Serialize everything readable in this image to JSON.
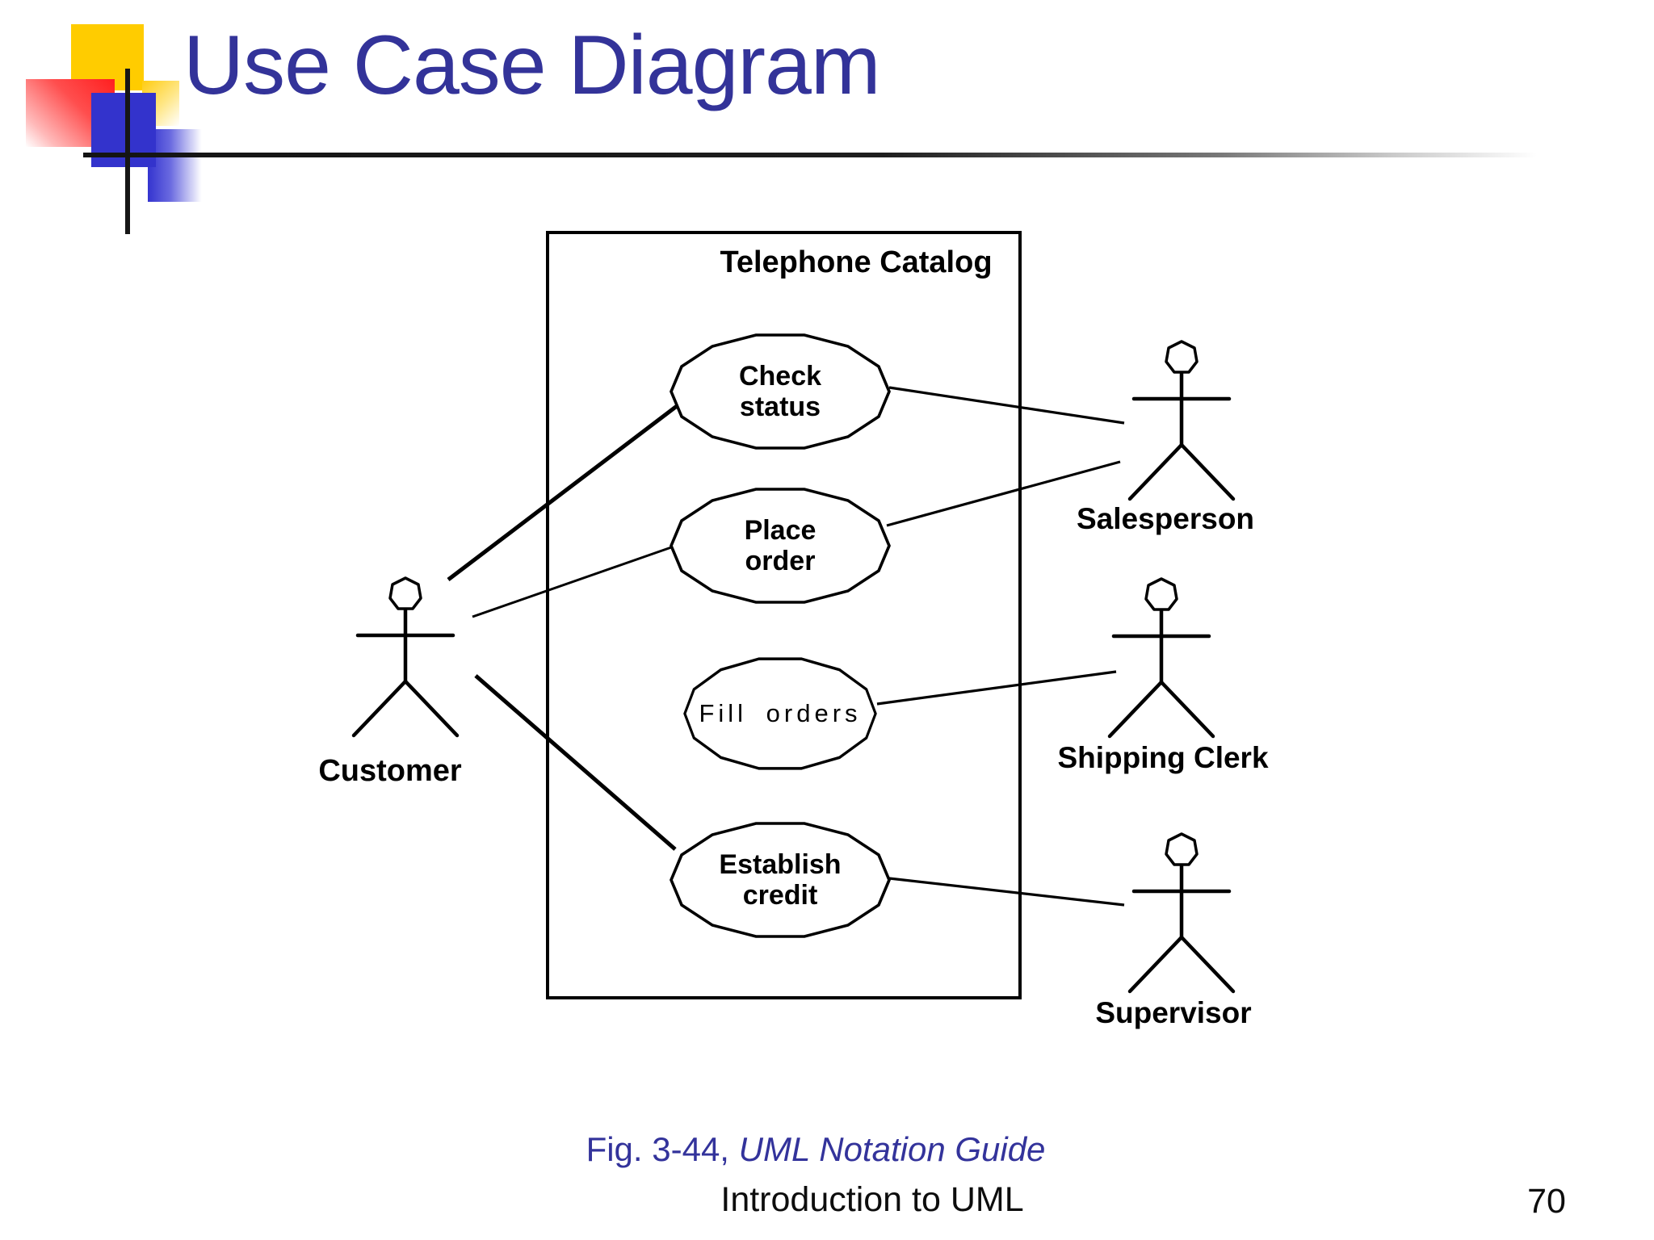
{
  "slide": {
    "title": "Use Case Diagram",
    "caption_prefix": "Fig. 3-44, ",
    "caption_italic": "UML Notation Guide",
    "footer": "Introduction to UML",
    "page_number": "70"
  },
  "diagram": {
    "system_box_label": "Telephone Catalog",
    "use_cases": [
      {
        "id": "check-status",
        "label_line1": "Check",
        "label_line2": "status"
      },
      {
        "id": "place-order",
        "label_line1": "Place",
        "label_line2": "order"
      },
      {
        "id": "fill-orders",
        "label_line1": "Fill orders",
        "label_line2": ""
      },
      {
        "id": "establish-credit",
        "label_line1": "Establish",
        "label_line2": "credit"
      }
    ],
    "actors": [
      {
        "id": "customer",
        "label": "Customer"
      },
      {
        "id": "salesperson",
        "label": "Salesperson"
      },
      {
        "id": "shipping-clerk",
        "label": "Shipping Clerk"
      },
      {
        "id": "supervisor",
        "label": "Supervisor"
      }
    ],
    "associations": [
      {
        "from": "Customer",
        "to": "Check status"
      },
      {
        "from": "Customer",
        "to": "Place order"
      },
      {
        "from": "Customer",
        "to": "Establish credit"
      },
      {
        "from": "Salesperson",
        "to": "Check status"
      },
      {
        "from": "Salesperson",
        "to": "Place order"
      },
      {
        "from": "Shipping Clerk",
        "to": "Fill orders"
      },
      {
        "from": "Supervisor",
        "to": "Establish credit"
      }
    ],
    "colors": {
      "title_text": "#333399",
      "caption_text": "#33339b",
      "diagram_ink": "#000000",
      "accent_yellow": "#ffcc00",
      "accent_red": "#ff2222",
      "accent_blue": "#3333cc"
    }
  }
}
